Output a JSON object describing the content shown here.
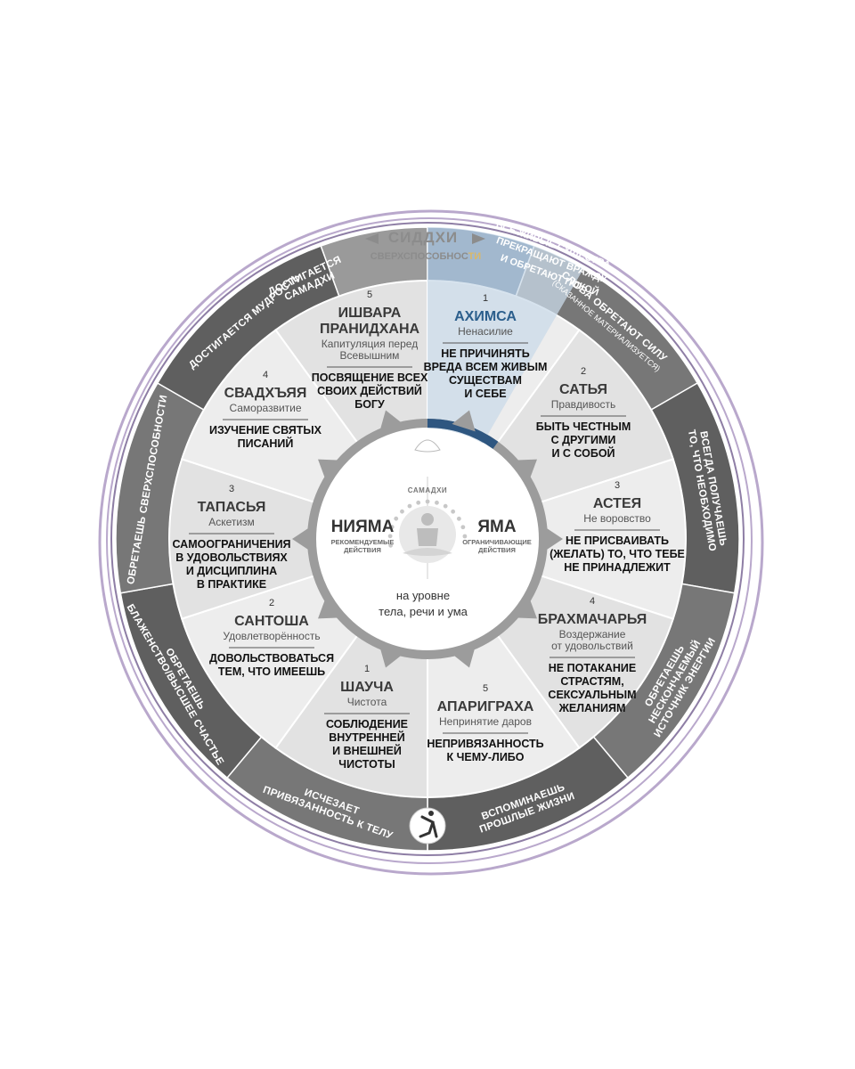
{
  "siddhi": {
    "title": "СИДДХИ",
    "subtitle_main": "СВЕРХСПОСОБНОС",
    "subtitle_hl": "ТИ"
  },
  "banner": {
    "lines": [
      "ВСЕ ЖИВЫЕ СУЩЕСТВА",
      "ПРЕКРАЩАЮТ ВРАЖДУ",
      "И ОБРЕТАЮТ ПОКОЙ"
    ]
  },
  "outer_ring": [
    {
      "id": "speech-power",
      "lines": [
        "СЛОВА ОБРЕТАЮТ СИЛУ"
      ],
      "small": "(СКАЗАННОЕ МАТЕРИАЛИЗУЕТСЯ)"
    },
    {
      "id": "always-receive",
      "lines": [
        "ВСЕГДА ПОЛУЧАЕШЬ",
        "ТО, ЧТО НЕОБХОДИМО"
      ]
    },
    {
      "id": "endless-energy",
      "lines": [
        "ОБРЕТАЕШЬ",
        "НЕСКОНЧАЕМЫЙ",
        "ИСТОЧНИК ЭНЕРГИИ"
      ]
    },
    {
      "id": "past-lives",
      "lines": [
        "ВСПОМИНАЕШЬ",
        "ПРОШЛЫЕ ЖИЗНИ"
      ]
    },
    {
      "id": "body-detach",
      "lines": [
        "ИСЧЕЗАЕТ",
        "ПРИВЯЗАННОСТЬ К ТЕЛУ"
      ]
    },
    {
      "id": "bliss",
      "lines": [
        "ОБРЕТАЕШЬ",
        "БЛАЖЕНСТВО/ВЫСШЕЕ СЧАСТЬЕ"
      ]
    },
    {
      "id": "superpowers",
      "lines": [
        "ОБРЕТАЕШЬ СВЕРХСПОСОБНОСТИ"
      ]
    },
    {
      "id": "wisdom",
      "lines": [
        "ДОСТИГАЕТСЯ МУДРОСТЬ"
      ]
    },
    {
      "id": "samadhi-reached",
      "lines": [
        "ДОСТИГАЕТСЯ",
        "САМАДХИ"
      ]
    }
  ],
  "yama": [
    {
      "num": "1",
      "name": "АХИМСА",
      "sub": [
        "Ненасилие"
      ],
      "desc": [
        "НЕ ПРИЧИНЯТЬ",
        "ВРЕДА ВСЕМ ЖИВЫМ",
        "СУЩЕСТВАМ",
        "И СЕБЕ"
      ]
    },
    {
      "num": "2",
      "name": "САТЬЯ",
      "sub": [
        "Правдивость"
      ],
      "desc": [
        "БЫТЬ ЧЕСТНЫМ",
        "С ДРУГИМИ",
        "И С СОБОЙ"
      ]
    },
    {
      "num": "3",
      "name": "АСТЕЯ",
      "sub": [
        "Не воровство"
      ],
      "desc": [
        "НЕ ПРИСВАИВАТЬ",
        "(ЖЕЛАТЬ) ТО, ЧТО ТЕБЕ",
        "НЕ ПРИНАДЛЕЖИТ"
      ]
    },
    {
      "num": "4",
      "name": "БРАХМАЧАРЬЯ",
      "sub": [
        "Воздержание",
        "от  удовольствий"
      ],
      "desc": [
        "НЕ ПОТАКАНИЕ",
        "СТРАСТЯМ,",
        "СЕКСУАЛЬНЫМ",
        "ЖЕЛАНИЯМ"
      ]
    },
    {
      "num": "5",
      "name": "АПАРИГРАХА",
      "sub": [
        "Непринятие даров"
      ],
      "desc": [
        "НЕПРИВЯЗАННОСТЬ",
        "К ЧЕМУ-ЛИБО"
      ]
    }
  ],
  "niyama": [
    {
      "num": "1",
      "name": "ШАУЧА",
      "sub": [
        "Чистота"
      ],
      "desc": [
        "СОБЛЮДЕНИЕ",
        "ВНУТРЕННЕЙ",
        "И ВНЕШНЕЙ",
        "ЧИСТОТЫ"
      ]
    },
    {
      "num": "2",
      "name": "САНТОША",
      "sub": [
        "Удовлетворённость"
      ],
      "desc": [
        "ДОВОЛЬСТВОВАТЬСЯ",
        "ТЕМ, ЧТО ИМЕЕШЬ"
      ]
    },
    {
      "num": "3",
      "name": "ТАПАСЬЯ",
      "sub": [
        "Аскетизм"
      ],
      "desc": [
        "САМООГРАНИЧЕНИЯ",
        "В УДОВОЛЬСТВИЯХ",
        "И ДИСЦИПЛИНА",
        "В ПРАКТИКЕ"
      ]
    },
    {
      "num": "4",
      "name": "СВАДХЪЯЯ",
      "sub": [
        "Саморазвитие"
      ],
      "desc": [
        "ИЗУЧЕНИЕ СВЯТЫХ",
        "ПИСАНИЙ"
      ]
    },
    {
      "num": "5",
      "name": "ИШВАРА\nПРАНИДХАНА",
      "sub": [
        "Капитуляция перед",
        "Всевышним"
      ],
      "desc": [
        "ПОСВЯЩЕНИЕ ВСЕХ",
        "СВОИХ ДЕЙСТВИЙ",
        "БОГУ"
      ]
    }
  ],
  "center": {
    "niyama_title": "НИЯМА",
    "niyama_sub": [
      "РЕКОМЕНДУЕМЫЕ",
      "ДЕЙСТВИЯ"
    ],
    "yama_title": "ЯМА",
    "yama_sub": [
      "ОГРАНИЧИВАЮЩИЕ",
      "ДЕЙСТВИЯ"
    ],
    "samadhi": "САМАДХИ",
    "level": [
      "на уровне",
      "тела, речи и ума"
    ]
  },
  "colors": {
    "outer_ring": "#777777",
    "outer_ring_alt": "#5f5f5f",
    "highlight_banner": "#2e5680",
    "highlight_name": "#2b5e8c",
    "highlight_wedge": "#c9d9e8",
    "segment_light": "#ededed",
    "segment_alt": "#e2e2e2",
    "purple_rim": "#b9a8cc"
  },
  "icons": {
    "center": "meditation-figure-icon",
    "lotus": "lotus-icon",
    "bottom": "figure-logo-icon"
  }
}
